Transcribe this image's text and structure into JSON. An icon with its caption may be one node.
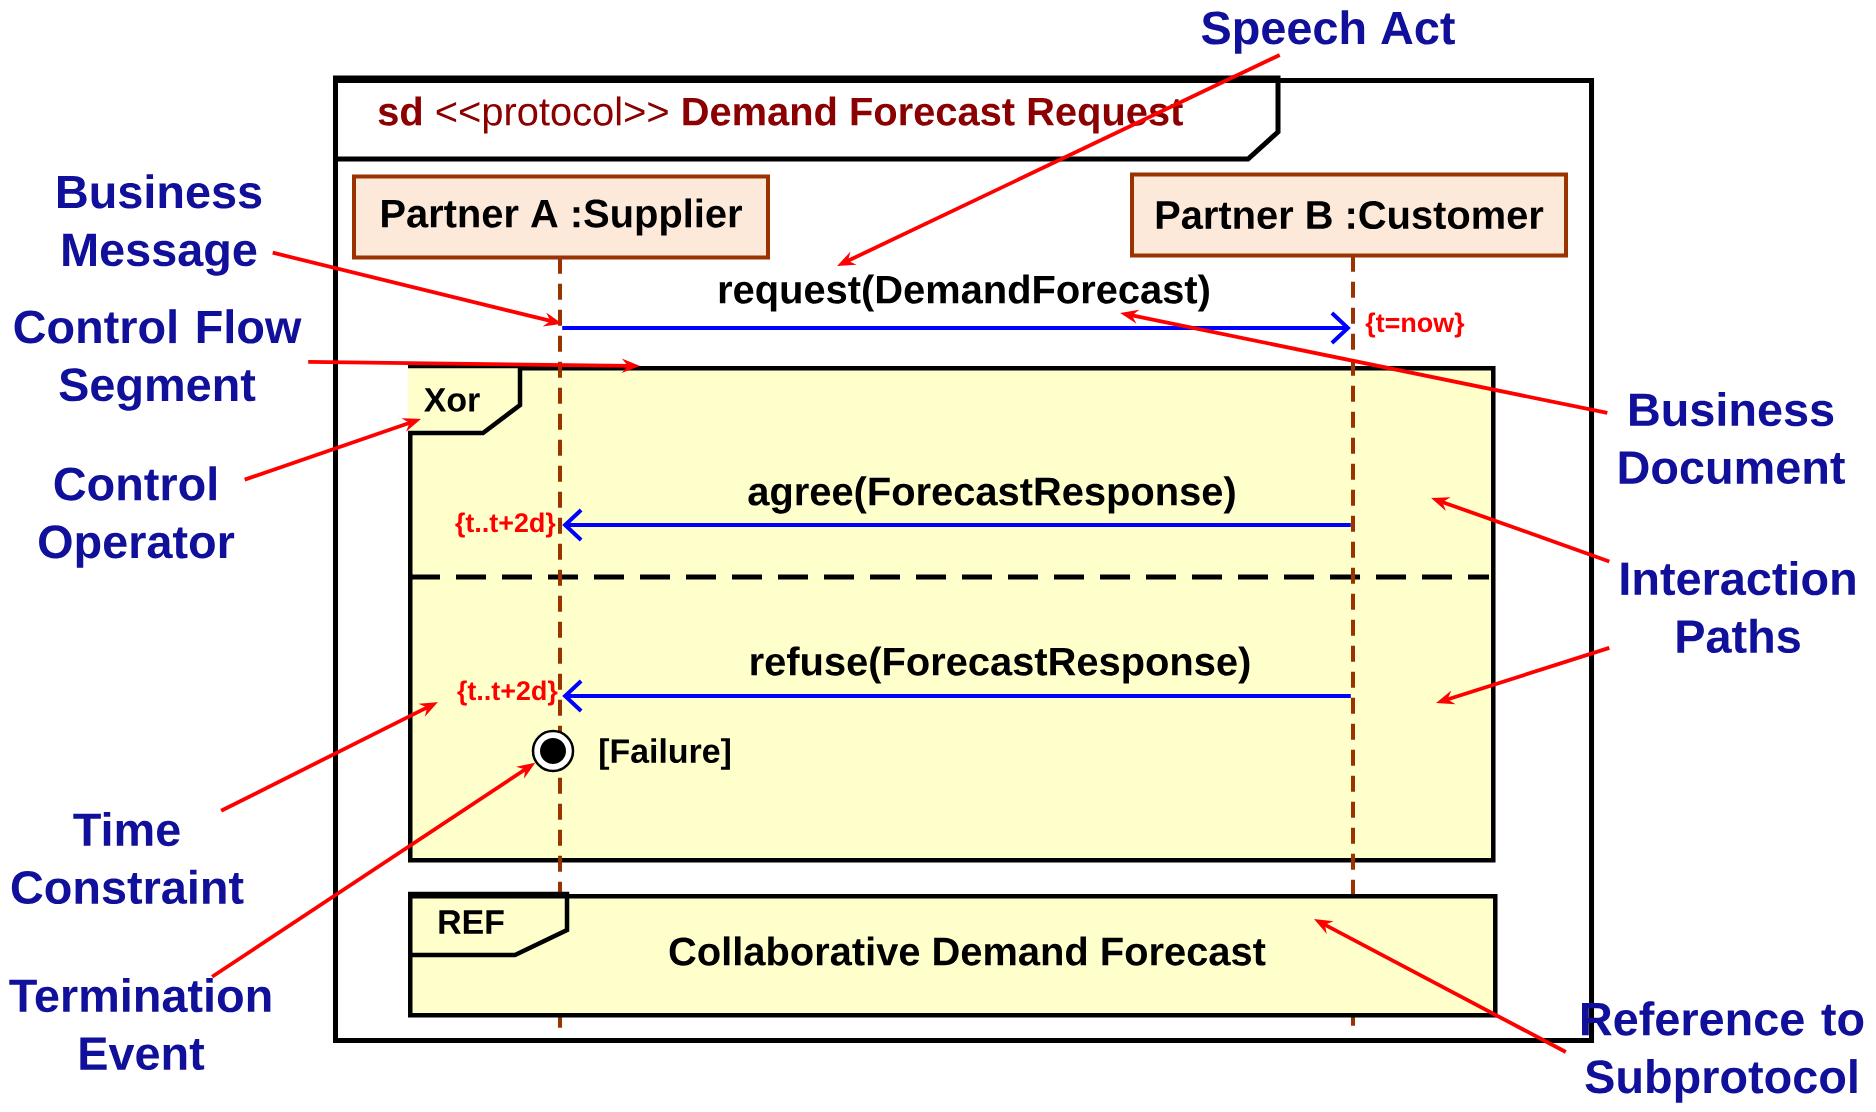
{
  "diagram": {
    "nodes": [
      {
        "text": [
          "**sd** <<protocol>> **Demand Forecast Request**"
        ]
      },
      {
        "text": [
          "Partner A :Supplier"
        ],
        "in": 0
      },
      {
        "text": [
          "Partner B :Customer"
        ],
        "in": 0
      },
      {
        "text": [],
        "shape": "line",
        "in": 0
      },
      {
        "text": [],
        "shape": "line",
        "in": 0
      },
      {
        "text": [
          "Xor"
        ],
        "in": 0
      },
      {
        "text": [],
        "shape": "circle",
        "in": 5,
        "beside": [
          "[Failure]"
        ]
      },
      {
        "text": [
          "REF",
          "Collaborative Demand Forecast"
        ],
        "in": 0
      },
      {
        "text": [
          "Speech Act"
        ]
      },
      {
        "text": [
          "Business Message"
        ]
      },
      {
        "text": [
          "Control Flow Segment"
        ]
      },
      {
        "text": [
          "Control Operator"
        ]
      },
      {
        "text": [
          "Business Document"
        ]
      },
      {
        "text": [
          "Interaction Paths"
        ]
      },
      {
        "text": [
          "Time Constraint"
        ]
      },
      {
        "text": [
          "Termination Event"
        ]
      },
      {
        "text": [
          "Reference to Subprotocol"
        ]
      }
    ],
    "edges": [
      {
        "from": 3,
        "to": 4,
        "arrow": "to",
        "label": "request(DemandForecast)",
        "color": "#0000ff"
      },
      {
        "from": 4,
        "to": 3,
        "arrow": "to",
        "label": "agree(ForecastResponse)",
        "color": "#0000ff"
      },
      {
        "from": 4,
        "to": 3,
        "arrow": "to",
        "label": "refuse(ForecastResponse)",
        "color": "#0000ff"
      },
      {
        "from": 8,
        "to": null,
        "arrow": "to"
      },
      {
        "from": 9,
        "to": 3,
        "arrow": "to"
      },
      {
        "from": 10,
        "to": 5,
        "arrow": "to"
      },
      {
        "from": 11,
        "to": 5,
        "arrow": "to"
      },
      {
        "from": 12,
        "to": null,
        "arrow": "to"
      },
      {
        "from": 13,
        "to": null,
        "arrow": "to"
      },
      {
        "from": 13,
        "to": null,
        "arrow": "to"
      },
      {
        "from": 14,
        "to": 5,
        "arrow": "to"
      },
      {
        "from": 15,
        "to": 6,
        "arrow": "to"
      },
      {
        "from": 16,
        "to": 7,
        "arrow": "to"
      }
    ],
    "labels": [
      "{t=now}",
      "{t..t+2d}",
      "{t..t+2d}"
    ]
  }
}
